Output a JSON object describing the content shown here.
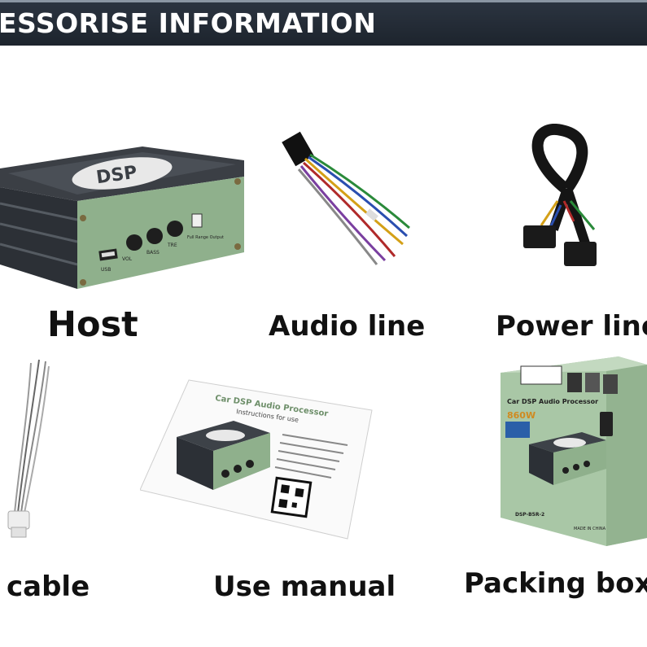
{
  "banner": {
    "title": "ESSORISE INFORMATION"
  },
  "items": [
    {
      "label": "Host"
    },
    {
      "label": "Audio line"
    },
    {
      "label": "Power line"
    },
    {
      "label": "cable"
    },
    {
      "label": "Use manual"
    },
    {
      "label": "Packing box"
    }
  ],
  "host": {
    "logo": "DSP",
    "knob_labels": [
      "VOL",
      "BASS",
      "TRE"
    ],
    "usb_label": "USB",
    "output_label": "Full Range Output"
  },
  "manual": {
    "title": "Car DSP Audio Processor",
    "subtitle": "Instructions for use"
  },
  "box": {
    "title": "Car DSP Audio Processor",
    "power": "860W",
    "model": "DSP-B5R-2",
    "origin": "MADE IN CHINA"
  },
  "colors": {
    "device_green": "#8fb08c",
    "banner": "#232b35",
    "box_green": "#a9c7a6"
  }
}
